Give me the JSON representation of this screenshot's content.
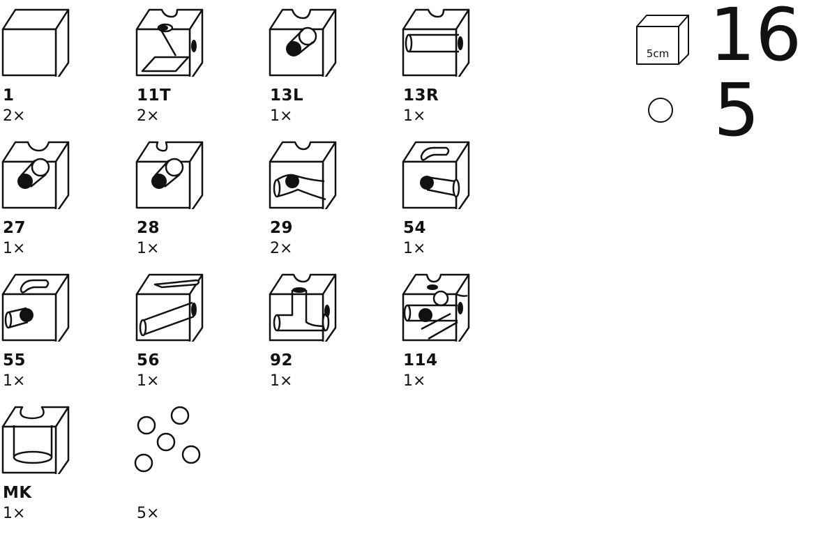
{
  "pieces": [
    {
      "code": "1",
      "qty": "2×",
      "icon": "plain-cube-icon"
    },
    {
      "code": "11T",
      "qty": "2×",
      "icon": "tunnel-cube-icon"
    },
    {
      "code": "13L",
      "qty": "1×",
      "icon": "curve-left-cube-icon"
    },
    {
      "code": "13R",
      "qty": "1×",
      "icon": "curve-right-cube-icon"
    },
    {
      "code": "27",
      "qty": "1×",
      "icon": "diagonal-cube-icon"
    },
    {
      "code": "28",
      "qty": "1×",
      "icon": "diagonal-cube-icon"
    },
    {
      "code": "29",
      "qty": "2×",
      "icon": "side-exit-cube-icon"
    },
    {
      "code": "54",
      "qty": "1×",
      "icon": "slot-cube-icon"
    },
    {
      "code": "55",
      "qty": "1×",
      "icon": "slot-cube-icon"
    },
    {
      "code": "56",
      "qty": "1×",
      "icon": "straight-channel-cube-icon"
    },
    {
      "code": "92",
      "qty": "1×",
      "icon": "t-junction-cube-icon"
    },
    {
      "code": "114",
      "qty": "1×",
      "icon": "multi-channel-cube-icon"
    },
    {
      "code": "MK",
      "qty": "1×",
      "icon": "cup-cube-icon"
    },
    {
      "code": "",
      "qty": "5×",
      "icon": "marbles-icon"
    }
  ],
  "summary": {
    "cube_size": "5cm",
    "cube_count": "16",
    "marble_count": "5"
  },
  "colors": {
    "line": "#111111",
    "background": "#ffffff"
  }
}
